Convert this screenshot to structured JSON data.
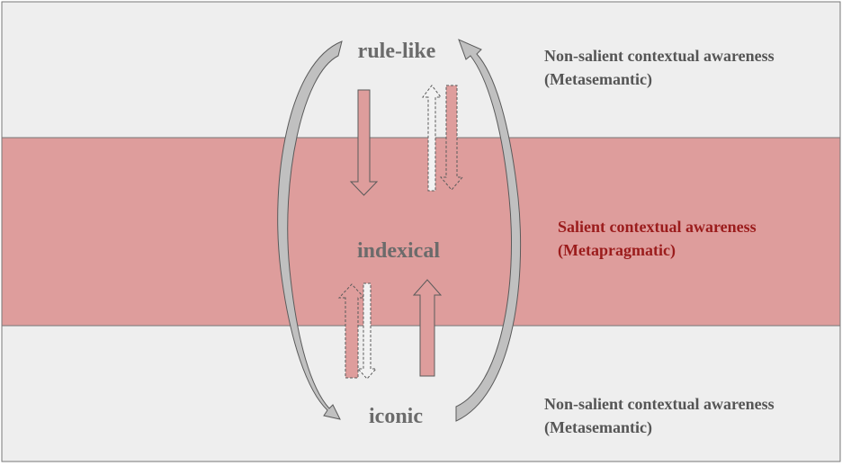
{
  "nodes": {
    "top": "rule-like",
    "middle": "indexical",
    "bottom": "iconic"
  },
  "bands": {
    "upper": {
      "line1": "Non-salient contextual awareness",
      "line2": "(Metasemantic)"
    },
    "middle": {
      "line1": "Salient contextual awareness",
      "line2": "(Metapragmatic)"
    },
    "lower": {
      "line1": "Non-salient contextual awareness",
      "line2": "(Metasemantic)"
    }
  },
  "colors": {
    "band_outer": "#eeeeee",
    "band_middle": "#de9d9c",
    "arrow_fill": "#de9d9c",
    "arrow_stroke": "#5a5a5a",
    "node_text": "#6b6b6b",
    "band_text_gray": "#555555",
    "band_text_red": "#9b1c1c",
    "curve_fill": "#c0c0c0"
  }
}
